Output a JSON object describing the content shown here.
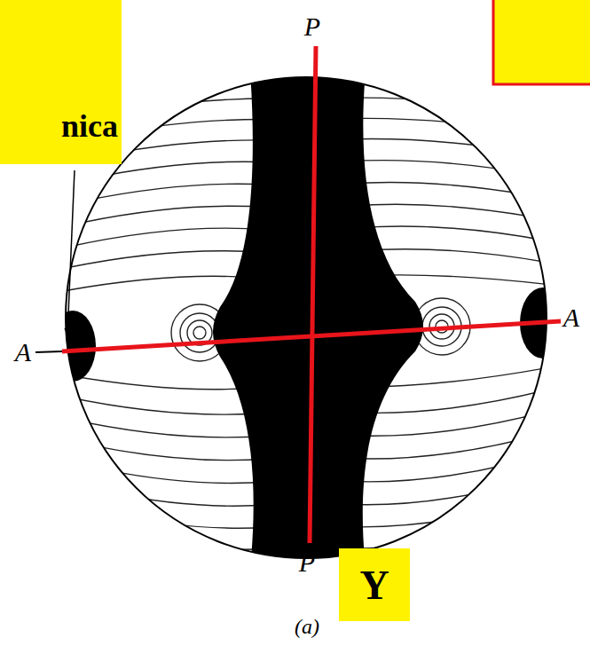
{
  "diagram": {
    "nodes": [
      {
        "text": [
          "nica"
        ]
      },
      {
        "text": [
          "Y"
        ]
      }
    ],
    "labels": [
      "P",
      "A",
      "A",
      "P",
      "(a)"
    ]
  }
}
